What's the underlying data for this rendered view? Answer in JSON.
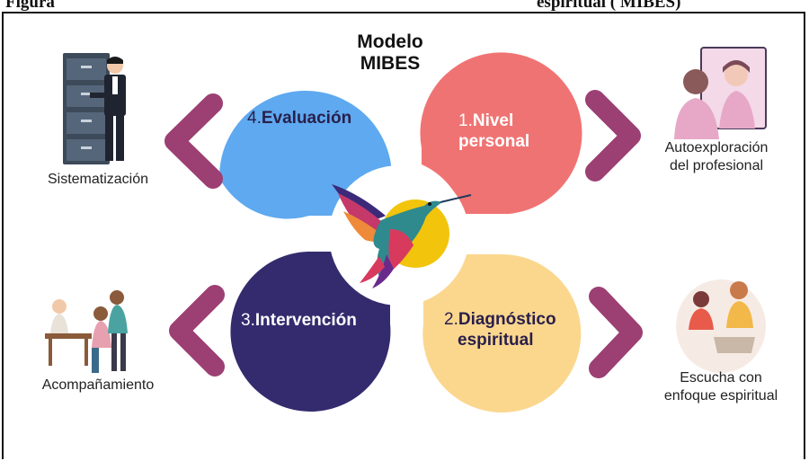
{
  "header": {
    "left_text": "Figura",
    "right_text": "espiritual ( MIBES)"
  },
  "title": {
    "line1": "Modelo",
    "line2": "MIBES"
  },
  "petals": [
    {
      "number": "4.",
      "label_line1": "Evaluación",
      "label_line2": "",
      "color": "#5ea9f0"
    },
    {
      "number": "1.",
      "label_line1": "Nivel",
      "label_line2": "personal",
      "color": "#f07373"
    },
    {
      "number": "3.",
      "label_line1": "Intervención",
      "label_line2": "",
      "color": "#342b6e"
    },
    {
      "number": "2.",
      "label_line1": "Diagnóstico",
      "label_line2": "espiritual",
      "color": "#fbd78e"
    }
  ],
  "captions": {
    "top_left": "Sistematización",
    "top_right_line1": "Autoexploración",
    "top_right_line2": "del profesional",
    "bottom_left": "Acompañamiento",
    "bottom_right_line1": "Escucha con",
    "bottom_right_line2": "enfoque espiritual"
  },
  "colors": {
    "chevron": "#9c3f73",
    "sun": "#f2c40c",
    "bird_body": "#2f8a8d",
    "bird_wing": "#d83a5e"
  },
  "icons": {
    "top_left": "filing-cabinet-person-icon",
    "top_right": "mirror-reflection-icon",
    "bottom_left": "caregivers-group-icon",
    "bottom_right": "two-women-talking-icon",
    "center": "hummingbird-logo"
  }
}
